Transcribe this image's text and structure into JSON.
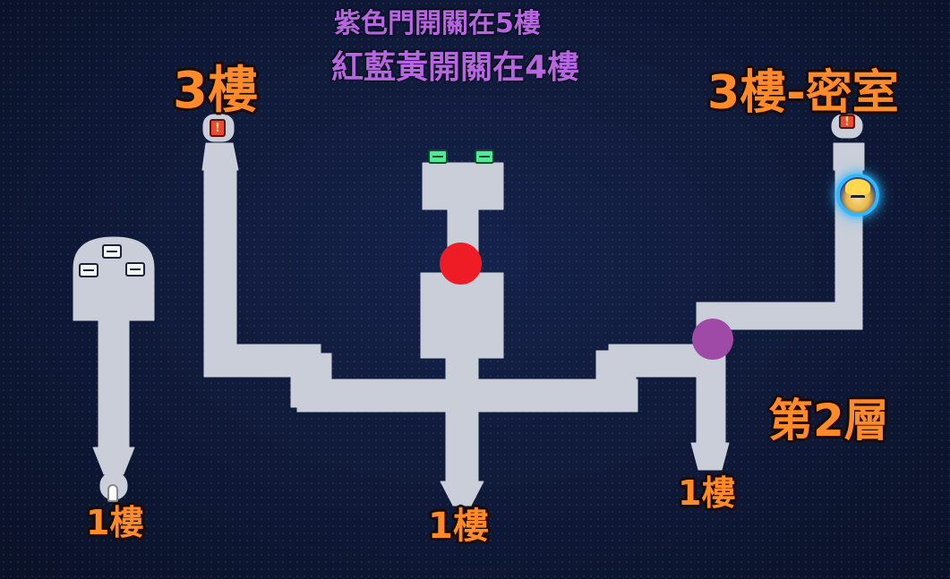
{
  "notes": {
    "line1": "紫色門開關在5樓",
    "line2": "紅藍黃開關在4樓"
  },
  "labels": {
    "floor3_left": "3樓",
    "floor3_secret": "3樓-密室",
    "current_floor": "第2層",
    "floor1_left": "1樓",
    "floor1_center": "1樓",
    "floor1_right": "1樓"
  },
  "icons": {
    "door_glyph": "!"
  },
  "colors": {
    "path": "#c9ced8",
    "label_orange": "#ff8a2a",
    "note_purple": "#b566e0",
    "red_marker": "#ee1c24",
    "purple_marker": "#a04aa8",
    "avatar_ring": "#2fb7ff"
  }
}
